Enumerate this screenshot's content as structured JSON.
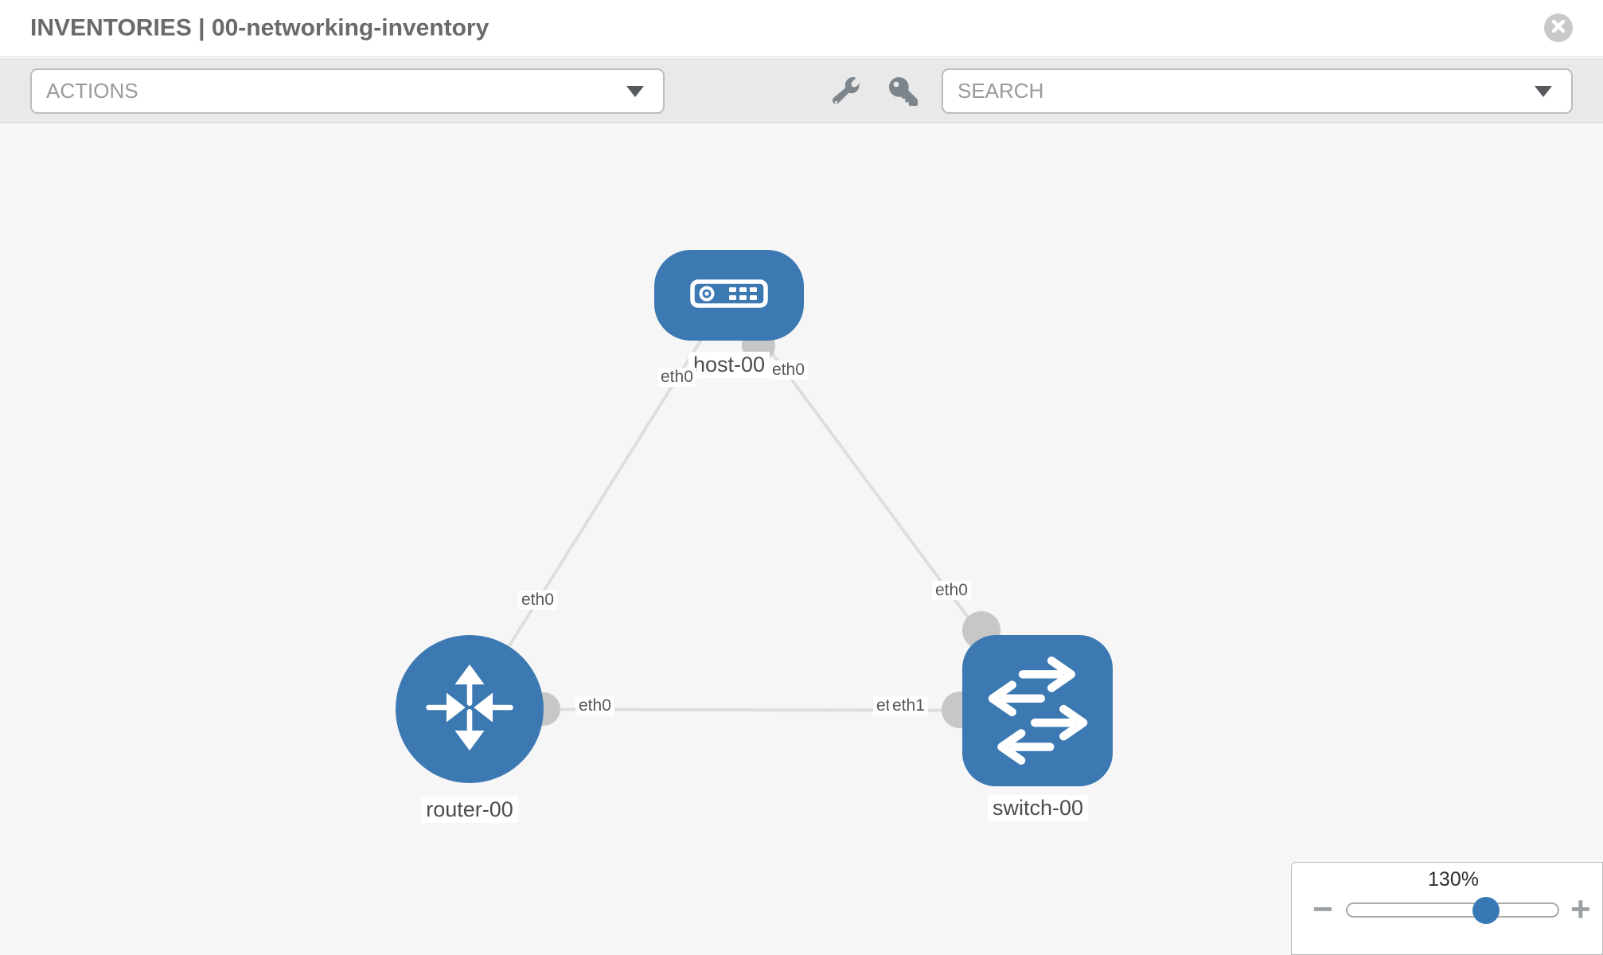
{
  "header": {
    "title": "INVENTORIES | 00-networking-inventory"
  },
  "toolbar": {
    "actions_label": "ACTIONS",
    "search_label": "SEARCH",
    "icons": [
      "wrench-icon",
      "key-icon",
      "caret-down-icon"
    ]
  },
  "topology": {
    "nodes": [
      {
        "label": "host-00",
        "type": "host"
      },
      {
        "label": "router-00",
        "type": "router"
      },
      {
        "label": "switch-00",
        "type": "switch"
      }
    ],
    "interfaces": {
      "host_left": "eth0",
      "host_right": "eth0",
      "router_uplink": "eth0",
      "switch_uplink": "eth0",
      "link_router_side": "eth0",
      "link_switch_side_back": "eth0",
      "link_switch_side_front": "eth1"
    },
    "links": [
      "host-00:eth0 - router-00:eth0",
      "host-00:eth0 - switch-00:eth0",
      "router-00:eth0 - switch-00:eth1"
    ]
  },
  "zoom_control": {
    "level": "130%",
    "minus": "−",
    "plus": "+"
  },
  "colors": {
    "node_blue": "#3c79b3",
    "thumb_blue": "#3779b5",
    "edge_gray": "#dedede",
    "port_gray": "#c7c7c7",
    "toolbar_bg": "#e9e9e9",
    "canvas_bg": "#f6f6f6"
  }
}
